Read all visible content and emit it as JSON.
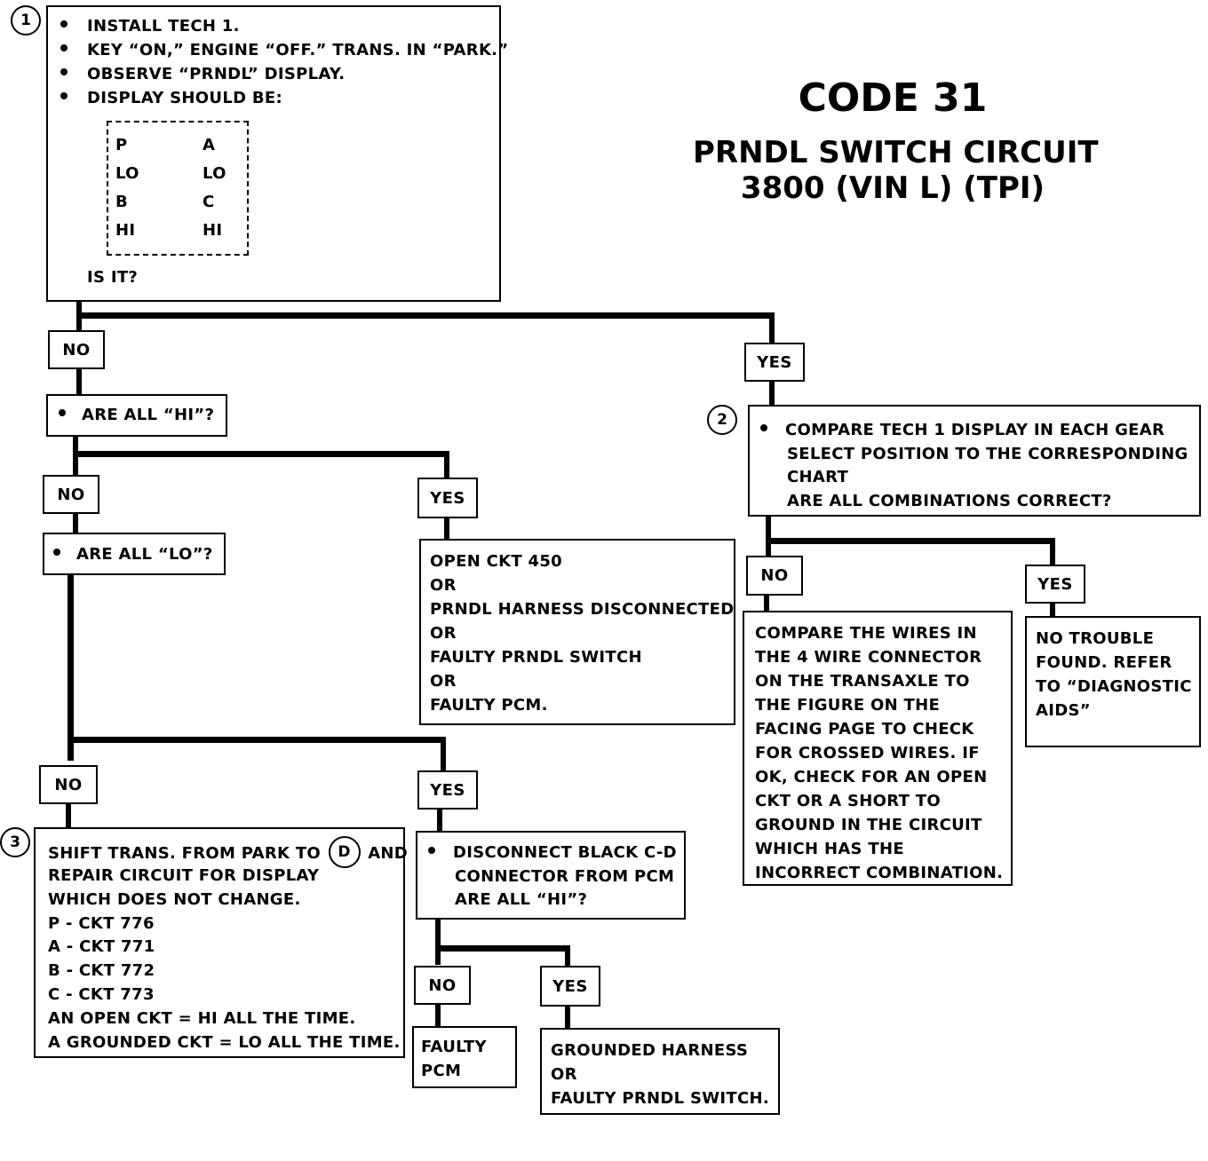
{
  "title": {
    "code": "CODE 31",
    "line1": "PRNDL SWITCH CIRCUIT",
    "line2": "3800  (VIN L)  (TPI)"
  },
  "markers": {
    "step1": "1",
    "step2": "2",
    "step3": "3",
    "drive": "D"
  },
  "step1": {
    "bullets": [
      "INSTALL TECH 1.",
      "KEY “ON,” ENGINE “OFF.” TRANS. IN “PARK.”",
      "OBSERVE “PRNDL” DISPLAY.",
      "DISPLAY SHOULD BE:"
    ],
    "table": {
      "left": [
        "P",
        "LO",
        "B",
        "HI"
      ],
      "right": [
        "A",
        "LO",
        "C",
        "HI"
      ]
    },
    "question": "IS IT?"
  },
  "labels": {
    "no": "NO",
    "yes": "YES"
  },
  "q_all_hi": "ARE ALL “HI”?",
  "q_all_lo": "ARE ALL “LO”?",
  "result_open": [
    "OPEN CKT 450",
    "OR",
    "PRNDL HARNESS DISCONNECTED",
    "OR",
    "FAULTY PRNDL SWITCH",
    "OR",
    "FAULTY PCM."
  ],
  "step2": [
    "COMPARE TECH 1 DISPLAY IN EACH GEAR",
    "SELECT POSITION TO THE CORRESPONDING",
    "CHART",
    "ARE ALL COMBINATIONS CORRECT?"
  ],
  "result_compare": [
    "COMPARE THE WIRES IN",
    "THE 4 WIRE CONNECTOR",
    "ON THE TRANSAXLE TO",
    "THE FIGURE ON THE",
    "FACING PAGE TO CHECK",
    "FOR CROSSED WIRES.  IF",
    "OK, CHECK FOR AN OPEN",
    "CKT OR A SHORT TO",
    "GROUND IN THE CIRCUIT",
    "WHICH HAS THE",
    "INCORRECT COMBINATION."
  ],
  "result_no_trouble": [
    "NO TROUBLE",
    "FOUND.  REFER",
    "TO “DIAGNOSTIC",
    "AIDS”"
  ],
  "step3": {
    "first_a": "SHIFT TRANS. FROM PARK TO",
    "first_b": "AND",
    "lines": [
      "REPAIR CIRCUIT FOR DISPLAY",
      "WHICH DOES NOT CHANGE.",
      "P - CKT 776",
      "A - CKT 771",
      "B - CKT 772",
      "C - CKT 773",
      "AN OPEN CKT  =  HI ALL THE TIME.",
      "A GROUNDED CKT  =  LO ALL THE TIME."
    ]
  },
  "q_disconnect": [
    "DISCONNECT BLACK C-D",
    "CONNECTOR FROM PCM",
    "ARE ALL “HI”?"
  ],
  "result_faulty_pcm": [
    "FAULTY",
    "PCM"
  ],
  "result_grounded": [
    "GROUNDED HARNESS",
    "OR",
    "FAULTY PRNDL SWITCH."
  ]
}
